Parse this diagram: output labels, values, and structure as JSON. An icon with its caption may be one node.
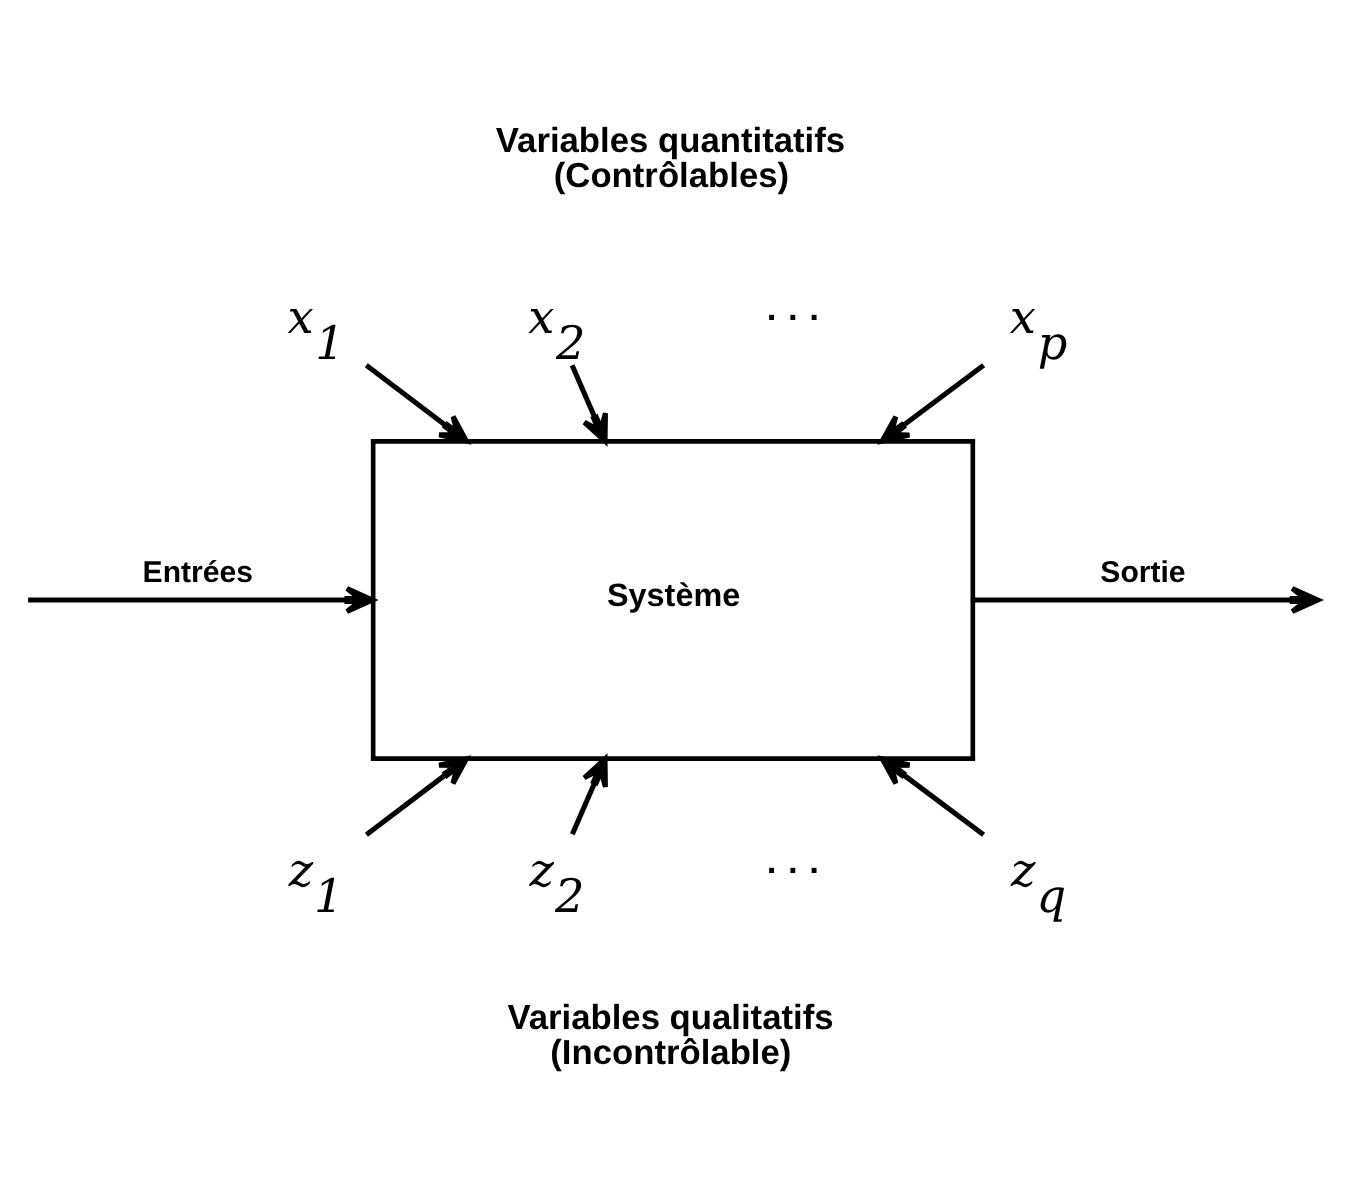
{
  "diagram": {
    "nodes": [
      {
        "text": [
          "Système"
        ]
      },
      {
        "text": [
          "x$_{1}$"
        ]
      },
      {
        "text": [
          "x$_{2}$"
        ]
      },
      {
        "text": [
          "x$_{p}$"
        ]
      },
      {
        "text": [
          "z$_{1}$"
        ]
      },
      {
        "text": [
          "z$_{2}$"
        ]
      },
      {
        "text": [
          "z$_{q}$"
        ]
      }
    ],
    "edges": [
      {
        "from": 1,
        "to": 0,
        "arrow": "to"
      },
      {
        "from": 2,
        "to": 0,
        "arrow": "to"
      },
      {
        "from": 3,
        "to": 0,
        "arrow": "to"
      },
      {
        "from": 4,
        "to": 0,
        "arrow": "to"
      },
      {
        "from": 5,
        "to": 0,
        "arrow": "to"
      },
      {
        "from": 6,
        "to": 0,
        "arrow": "to"
      },
      {
        "from": null,
        "to": 0,
        "arrow": "to",
        "label": "Entrées"
      },
      {
        "from": 0,
        "to": null,
        "arrow": "to",
        "label": "Sortie"
      }
    ],
    "labels": [
      "Variables quantitatifs (Contrôlables)",
      "· · ·",
      "· · ·",
      "Variables qualitatifs (Incontrôlable)"
    ]
  }
}
